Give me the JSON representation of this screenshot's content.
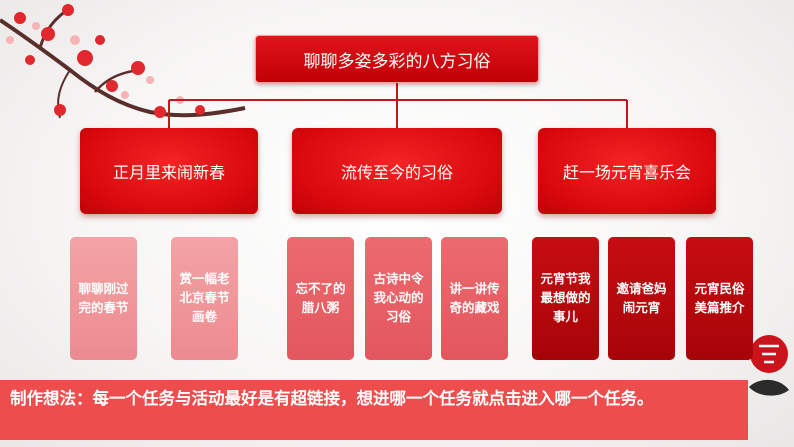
{
  "diagram": {
    "root": "聊聊多姿多彩的八方习俗",
    "categories": [
      {
        "label": "正月里来闹新春",
        "tasks": [
          "聊聊刚过完的春节",
          "赏一幅老北京春节画卷"
        ]
      },
      {
        "label": "流传至今的习俗",
        "tasks": [
          "忘不了的腊八粥",
          "古诗中令我心动的习俗",
          "讲一讲传奇的藏戏"
        ]
      },
      {
        "label": "赶一场元宵喜乐会",
        "tasks": [
          "元宵节我最想做的事儿",
          "邀请爸妈闹元宵",
          "元宵民俗美篇推介"
        ]
      }
    ]
  },
  "note": "制作想法：每一个任务与活动最好是有超链接，想进哪一个任务就点击进入哪一个任务。",
  "colors": {
    "root": "#d10d12",
    "category": "#e01217",
    "leaf_pink": "#f09a9e",
    "leaf_rose": "#e8636a",
    "leaf_dark": "#b80a0e",
    "note_bg": "#ee4d4d",
    "connector": "#c4161c"
  },
  "decorations": [
    "plum-blossom-branch",
    "calligraphy-seal-badge"
  ]
}
